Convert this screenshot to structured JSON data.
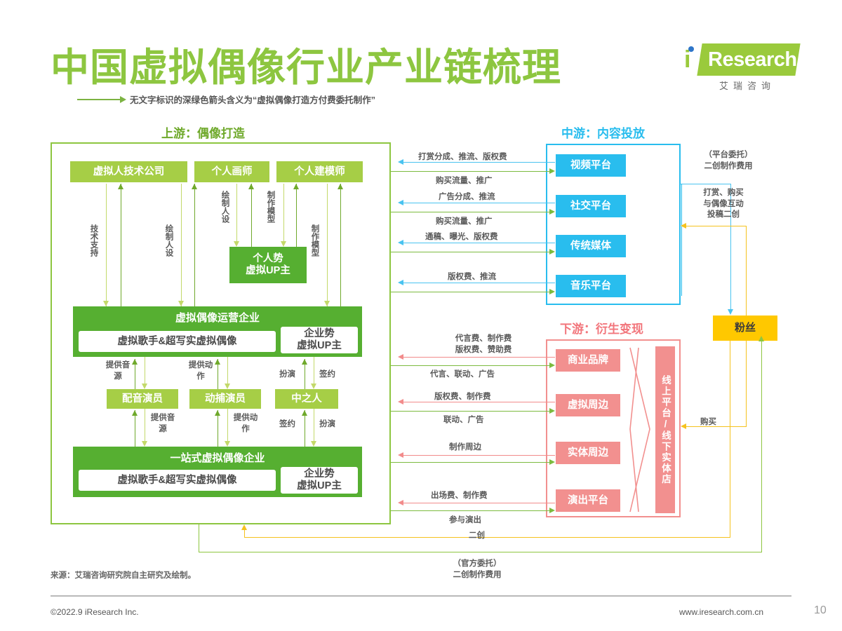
{
  "header": {
    "title": "中国虚拟偶像行业产业链梳理",
    "legend_note": "无文字标识的深绿色箭头含义为“虚拟偶像打造方付费委托制作”",
    "logo_i": "i",
    "logo_word": "Research",
    "logo_cn": "艾瑞咨询",
    "brand_green": "#9ACA3C",
    "brand_blue": "#2E75C9"
  },
  "sections": {
    "upstream_heading": "上游：偶像打造",
    "midstream_heading": "中游：内容投放",
    "downstream_heading": "下游：衍生变现"
  },
  "upstream": {
    "creators": [
      {
        "label": "虚拟人技术公司"
      },
      {
        "label": "个人画师"
      },
      {
        "label": "个人建模师"
      }
    ],
    "personal_up": "个人势\n虚拟UP主",
    "operator_group": {
      "title": "虚拟偶像运营企业",
      "items": [
        "虚拟歌手&超写实虚拟偶像",
        "企业势\n虚拟UP主"
      ]
    },
    "talent": [
      {
        "label": "配音演员"
      },
      {
        "label": "动捕演员"
      },
      {
        "label": "中之人"
      }
    ],
    "onestop_group": {
      "title": "一站式虚拟偶像企业",
      "items": [
        "虚拟歌手&超写实虚拟偶像",
        "企业势\n虚拟UP主"
      ]
    },
    "vertical_labels": {
      "tech_support": "技术支持",
      "draw_persona_1": "绘制人设",
      "draw_persona_2": "绘制人设",
      "make_model_1": "制作模型",
      "make_model_2": "制作模型",
      "provide_voice_top": "提供音源",
      "provide_voice_bottom": "提供音源",
      "provide_motion_top": "提供动作",
      "provide_motion_bottom": "提供动作",
      "play_role_top": "扮演",
      "sign_top": "签约",
      "sign_bottom": "签约",
      "play_role_bottom": "扮演"
    }
  },
  "midstream": {
    "platforms": [
      {
        "label": "视频平台"
      },
      {
        "label": "社交平台"
      },
      {
        "label": "传统媒体"
      },
      {
        "label": "音乐平台"
      }
    ],
    "return_labels": [
      "打赏分成、推流、版权费",
      "广告分成、推流",
      "通稿、曝光、版权费",
      "版权费、推流"
    ],
    "outbound_labels": [
      "购买流量、推广",
      "购买流量、推广"
    ]
  },
  "downstream": {
    "channels": [
      {
        "label": "商业品牌"
      },
      {
        "label": "虚拟周边"
      },
      {
        "label": "实体周边"
      },
      {
        "label": "演出平台"
      }
    ],
    "retail_strip": "线上平台/线下实体店",
    "return_labels": [
      "代言费、制作费\n版权费、赞助费",
      "版权费、制作费",
      "制作周边",
      "出场费、制作费"
    ],
    "outbound_labels": [
      "代言、联动、广告",
      "联动、广告",
      "参与演出"
    ]
  },
  "fans": {
    "label": "粉丝",
    "platform_commission": "（平台委托）\n二创制作费用",
    "fan_actions": "打赏、购买\n与偶像互动\n投稿二创",
    "purchase": "购买",
    "secondary_creation": "二创",
    "official_commission": "（官方委托）\n二创制作费用"
  },
  "footer": {
    "source": "来源：艾瑞咨询研究院自主研究及绘制。",
    "copyright": "©2022.9 iResearch Inc.",
    "website": "www.iresearch.com.cn",
    "page_number": "10"
  },
  "colors": {
    "green_light": "#A6CE46",
    "green_dark": "#56AF31",
    "green_outline": "#8DC640",
    "blue": "#29BDEE",
    "pink": "#F2908F",
    "yellow": "#FFC800",
    "arrow_green_light": "#C3D96A",
    "arrow_green_dark": "#6FA92B",
    "arrow_blue": "#49C3F0",
    "arrow_pink": "#F28B8B",
    "arrow_yellow": "#F5C21E"
  }
}
